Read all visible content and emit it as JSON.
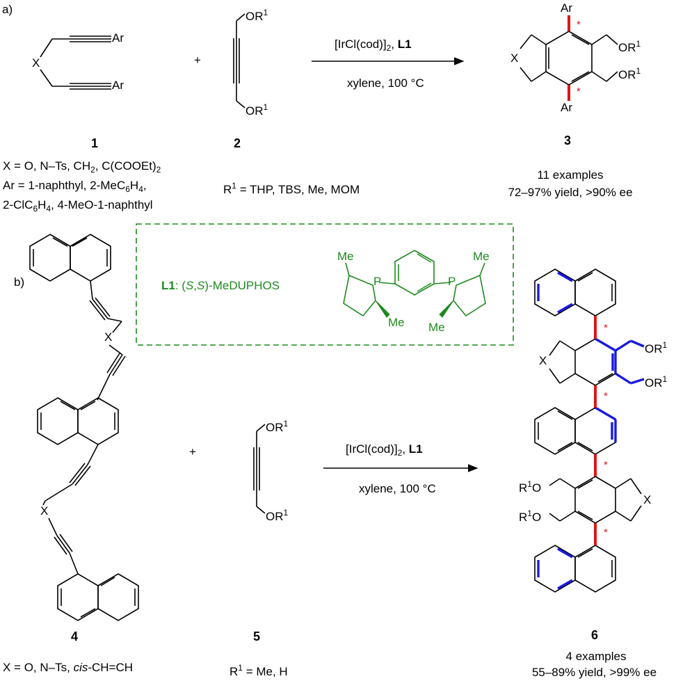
{
  "panels": {
    "a": "a)",
    "b": "b)"
  },
  "reaction_a": {
    "reagent_line_prefix": "[IrCl(cod)]",
    "reagent_sub": "2",
    "reagent_sep": ", ",
    "ligand": "L1",
    "conditions": "xylene, 100 °C",
    "plus": "+",
    "compound_1": "1",
    "compound_2": "2",
    "compound_3": "3",
    "x_def_prefix": "X = O, N–Ts, CH",
    "x_def_sub": "2",
    "x_def_suffix": ", C(COOEt)",
    "x_def_sub2": "2",
    "ar_def_line1_prefix": "Ar = 1-naphthyl, 2-MeC",
    "ar_def_line1_sub1": "6",
    "ar_def_line1_mid": "H",
    "ar_def_line1_sub2": "4",
    "ar_def_line1_suffix": ",",
    "ar_def_line2_prefix": "2-ClC",
    "ar_def_line2_sub1": "6",
    "ar_def_line2_mid": "H",
    "ar_def_line2_sub2": "4",
    "ar_def_line2_suffix": ", 4-MeO-1-naphthyl",
    "r1_def_prefix": "R",
    "r1_def_sup": "1",
    "r1_def_suffix": " = THP, TBS, Me, MOM",
    "examples": "11 examples",
    "yield": "72–97% yield, >90% ee"
  },
  "ligand_box": {
    "label": "L1",
    "label_sep": ": (",
    "s1": "S",
    "comma": ",",
    "s2": "S",
    "name": ")-MeDUPHOS",
    "atom_p": "P",
    "atom_me": "Me"
  },
  "reaction_b": {
    "reagent_line_prefix": "[IrCl(cod)]",
    "reagent_sub": "2",
    "reagent_sep": ", ",
    "ligand": "L1",
    "conditions": "xylene, 100 °C",
    "plus": "+",
    "compound_4": "4",
    "compound_5": "5",
    "compound_6": "6",
    "x_def_prefix": "X = O, N–Ts, ",
    "x_def_italic": "cis",
    "x_def_suffix": "-CH=CH",
    "r1_def_prefix": "R",
    "r1_def_sup": "1",
    "r1_def_suffix": " = Me, H",
    "examples": "4 examples",
    "yield": "55–89% yield, >99% ee"
  },
  "atoms": {
    "ar": "Ar",
    "x": "X",
    "or_prefix": "OR",
    "r_prefix": "R",
    "sup1": "1",
    "o_suffix": "O",
    "star": "*"
  },
  "colors": {
    "ligand_green": "#1d8a1d",
    "axis_red": "#e01515",
    "bond_blue": "#1a1adf"
  }
}
